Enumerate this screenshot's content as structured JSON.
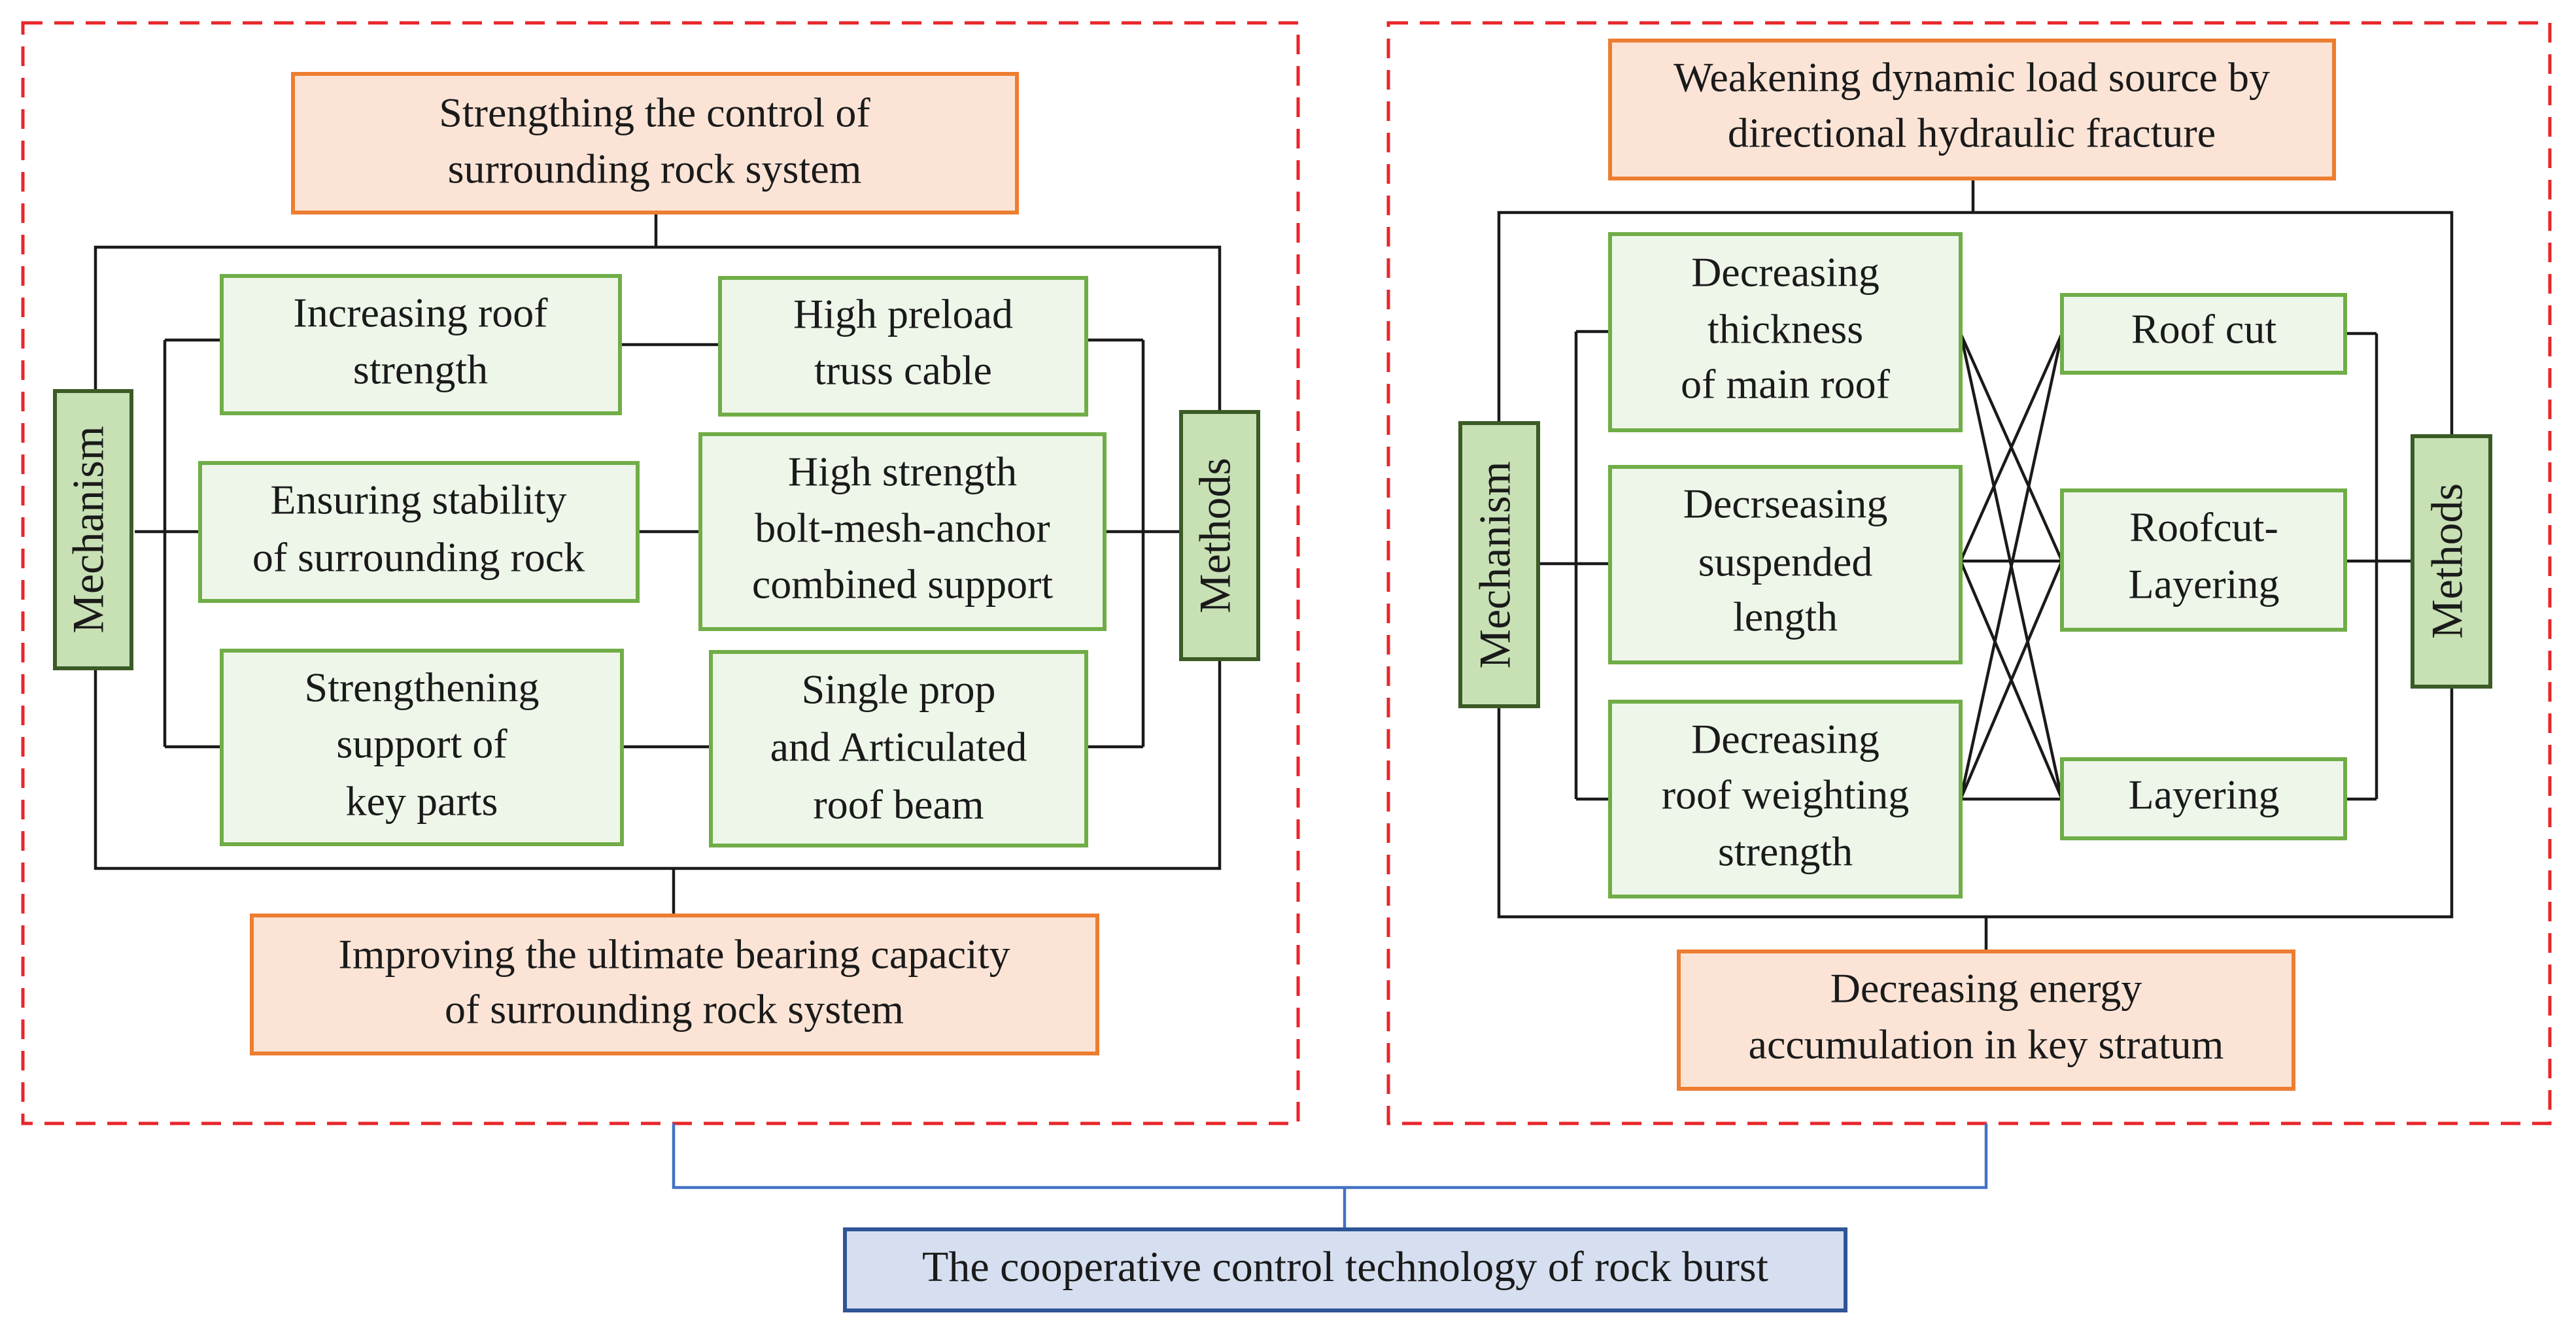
{
  "left_panel": {
    "top_box": [
      "Strengthing the control of",
      "surrounding rock system"
    ],
    "bottom_box": [
      "Improving the ultimate bearing capacity",
      "of surrounding rock system"
    ],
    "side_left": "Mechanism",
    "side_right": "Methods",
    "mechanisms": [
      [
        "Increasing   roof",
        "strength"
      ],
      [
        "Ensuring stability",
        "of surrounding rock"
      ],
      [
        "Strengthening",
        "support of",
        "key parts"
      ]
    ],
    "methods": [
      [
        "High preload",
        "truss cable"
      ],
      [
        "High strength",
        "bolt-mesh-anchor",
        "combined support"
      ],
      [
        "Single prop",
        "and Articulated",
        "roof beam"
      ]
    ]
  },
  "right_panel": {
    "top_box": [
      "Weakening dynamic load source by",
      "directional hydraulic fracture"
    ],
    "bottom_box": [
      "Decreasing energy",
      "accumulation in key stratum"
    ],
    "side_left": "Mechanism",
    "side_right": "Methods",
    "mechanisms": [
      [
        "Decreasing",
        "thickness",
        "of main roof"
      ],
      [
        "Decrseasing",
        "suspended",
        "length"
      ],
      [
        "Decreasing",
        "roof weighting",
        "strength"
      ]
    ],
    "methods": [
      [
        "Roof cut"
      ],
      [
        "Roofcut-",
        "Layering"
      ],
      [
        "Layering"
      ]
    ]
  },
  "root": "The cooperative control technology of rock burst",
  "colors": {
    "panel_border": "#e8262a",
    "orange_stroke": "#ed7d31",
    "orange_fill": "#fbe4d6",
    "green_stroke": "#70ad47",
    "green_fill": "#eef6ea",
    "side_fill": "#c7e0b4",
    "root_stroke": "#2f5597",
    "root_fill": "#d6dff0",
    "connector_blue": "#4472c4"
  }
}
